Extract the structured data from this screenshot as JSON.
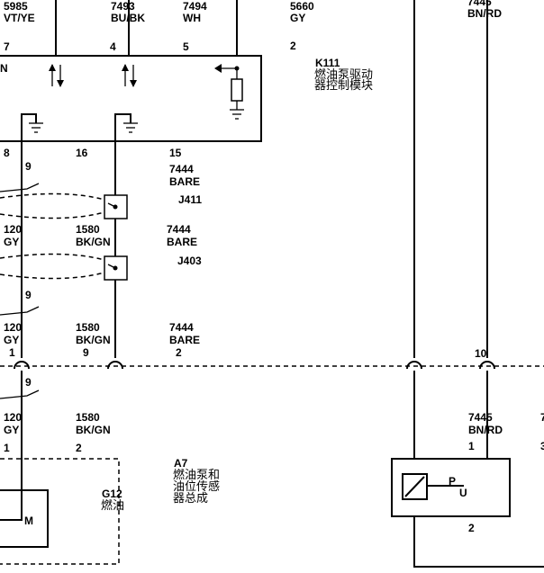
{
  "top_labels": [
    {
      "id": "w5985",
      "num": "5985",
      "color": "VT/YE",
      "pin": "7"
    },
    {
      "id": "w7493",
      "num": "7493",
      "color": "BU/BK",
      "pin": "4"
    },
    {
      "id": "w7494",
      "num": "7494",
      "color": "WH",
      "pin": "5"
    },
    {
      "id": "w5660",
      "num": "5660",
      "color": "GY",
      "pin": "2"
    },
    {
      "id": "w7445top",
      "num": "7445",
      "color": "BN/RD"
    }
  ],
  "k111": {
    "code": "K111",
    "name_line1": "燃油泵驱动",
    "name_line2": "器控制模块"
  },
  "k111_bottom_pins": [
    "8",
    "16",
    "15"
  ],
  "splice_left_pin": "9",
  "j411": {
    "wire": "7444",
    "color": "BARE",
    "id": "J411"
  },
  "j403": {
    "wire": "7444",
    "color": "BARE",
    "id": "J403"
  },
  "mid_labels": [
    {
      "num": "120",
      "color": "GY"
    },
    {
      "num": "1580",
      "color": "BK/GN"
    }
  ],
  "row_pin9": "9",
  "conn_row": {
    "wires": [
      {
        "num": "120",
        "color": "GY",
        "pin": "1"
      },
      {
        "num": "1580",
        "color": "BK/GN",
        "pin": "9"
      },
      {
        "num": "7444",
        "color": "BARE",
        "pin": "2"
      }
    ],
    "right_pin": "10"
  },
  "below_pin9": "9",
  "lower_labels": [
    {
      "num": "120",
      "color": "GY",
      "pin": "1"
    },
    {
      "num": "1580",
      "color": "BK/GN",
      "pin": "2"
    },
    {
      "num": "7445",
      "color": "BN/RD",
      "pin": "1"
    }
  ],
  "a7": {
    "code": "A7",
    "line1": "燃油泵和",
    "line2": "油位传感",
    "line3": "器总成"
  },
  "g12": {
    "code": "G12",
    "name": "燃油"
  },
  "motor_label": "M",
  "pu_labels": {
    "p": "P",
    "u": "U"
  },
  "pu_pin": "2",
  "edge_fragments": {
    "left_n": "N",
    "right_7": "7",
    "right_3": "3"
  }
}
